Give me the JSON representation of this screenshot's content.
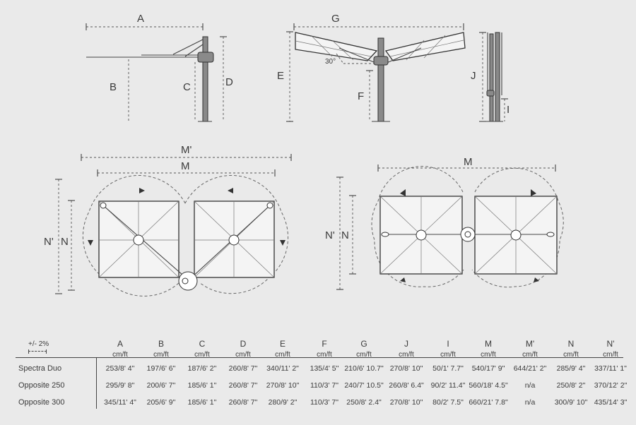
{
  "views": {
    "side": {
      "labels": [
        "A",
        "B",
        "C",
        "D"
      ]
    },
    "front": {
      "labels": [
        "G",
        "E",
        "F"
      ],
      "angle": "30°"
    },
    "folded": {
      "labels": [
        "J",
        "I"
      ]
    },
    "top_spectra": {
      "labels": [
        "M'",
        "M",
        "N'",
        "N"
      ]
    },
    "top_opposite": {
      "labels": [
        "M",
        "N'",
        "N"
      ]
    }
  },
  "table": {
    "tolerance": "+/- 2%",
    "unit": "cm/ft",
    "columns": [
      "A",
      "B",
      "C",
      "D",
      "E",
      "F",
      "G",
      "J",
      "I",
      "M",
      "M'",
      "N",
      "N'"
    ],
    "rows": [
      {
        "name": "Spectra Duo",
        "values": [
          "253/8' 4\"",
          "197/6' 6\"",
          "187/6' 2\"",
          "260/8' 7\"",
          "340/11' 2\"",
          "135/4' 5\"",
          "210/6' 10.7\"",
          "270/8' 10\"",
          "50/1' 7.7\"",
          "540/17' 9\"",
          "644/21' 2\"",
          "285/9' 4\"",
          "337/11' 1\""
        ]
      },
      {
        "name": "Opposite 250",
        "values": [
          "295/9' 8\"",
          "200/6' 7\"",
          "185/6' 1\"",
          "260/8' 7\"",
          "270/8' 10\"",
          "110/3' 7\"",
          "240/7' 10.5\"",
          "260/8' 6.4\"",
          "90/2' 11.4\"",
          "560/18' 4.5\"",
          "n/a",
          "250/8' 2\"",
          "370/12' 2\""
        ]
      },
      {
        "name": "Opposite 300",
        "values": [
          "345/11' 4\"",
          "205/6' 9\"",
          "185/6' 1\"",
          "260/8' 7\"",
          "280/9' 2\"",
          "110/3' 7\"",
          "250/8' 2.4\"",
          "270/8' 10\"",
          "80/2' 7.5\"",
          "660/21' 7.8\"",
          "n/a",
          "300/9' 10\"",
          "435/14' 3\""
        ]
      }
    ]
  }
}
